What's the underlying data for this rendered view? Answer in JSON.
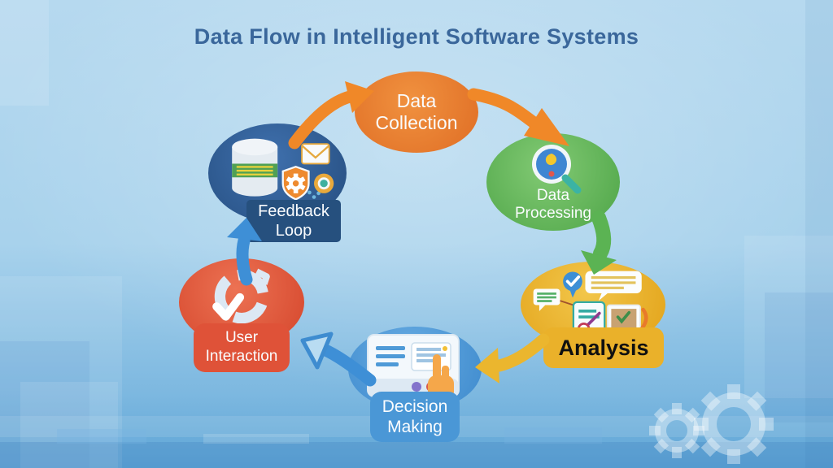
{
  "title": "Data Flow in Intelligent Software Systems",
  "nodes": [
    {
      "id": "data-collection",
      "label": "Data Collection",
      "color": "#E87E2B"
    },
    {
      "id": "data-processing",
      "label": "Data Processing",
      "color": "#63B45B",
      "icons": [
        "magnifier-icon"
      ]
    },
    {
      "id": "analysis",
      "label": "Analysis",
      "color": "#ECB52C",
      "icons": [
        "check-pin-icon",
        "speech-bubble-icon",
        "document-scissors-icon",
        "photo-check-icon"
      ]
    },
    {
      "id": "decision-making",
      "label": "Decision Making",
      "color": "#4E9AD7",
      "icons": [
        "touchscreen-hand-icon"
      ]
    },
    {
      "id": "user-interaction",
      "label": "User Interaction",
      "color": "#E0563C",
      "icons": [
        "sync-arrows-check-icon"
      ]
    },
    {
      "id": "feedback-loop",
      "label": "Feedback Loop",
      "color": "#2F5F97",
      "icons": [
        "database-icon",
        "shield-gear-icon",
        "mail-icon",
        "target-icon"
      ]
    }
  ],
  "flow": [
    {
      "from": "Data Collection",
      "to": "Data Processing",
      "arrow_color": "#F08828"
    },
    {
      "from": "Data Processing",
      "to": "Analysis",
      "arrow_color": "#5BB353"
    },
    {
      "from": "Analysis",
      "to": "Decision Making",
      "arrow_color": "#EBB62E"
    },
    {
      "from": "Decision Making",
      "to": "User Interaction",
      "arrow_color": "#3E8FD6"
    },
    {
      "from": "User Interaction",
      "to": "Feedback Loop",
      "arrow_color": "#3E8FD6"
    },
    {
      "from": "Feedback Loop",
      "to": "Data Collection",
      "arrow_color": "#F08828"
    }
  ],
  "background": {
    "top_color": "#B6D9EF",
    "bottom_color": "#5EA5D6",
    "title_color": "#3A679B",
    "decor": [
      "gear-icon",
      "gear-icon",
      "pixel-steps"
    ]
  }
}
